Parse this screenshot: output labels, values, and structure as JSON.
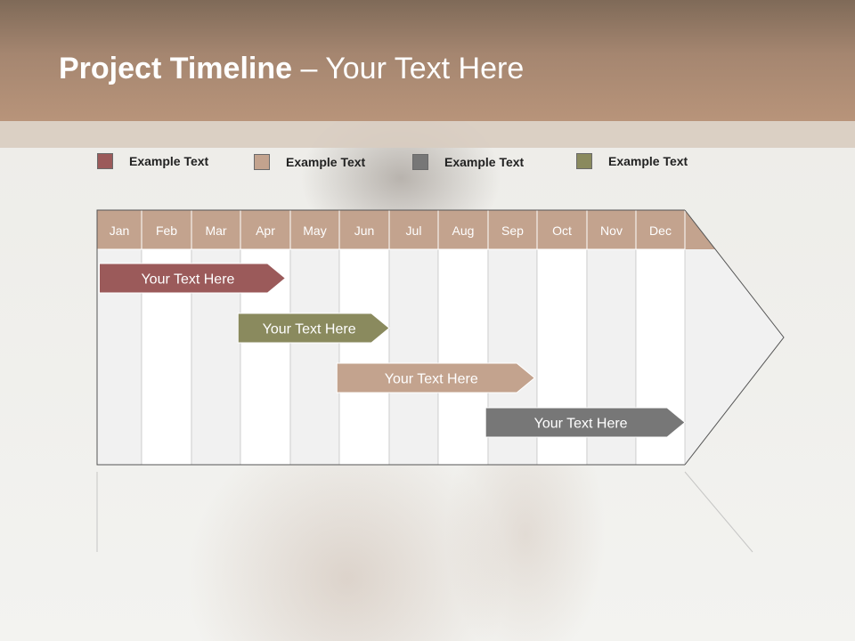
{
  "header": {
    "title_bold": "Project Timeline",
    "title_rest": " – Your Text Here"
  },
  "legend": [
    {
      "label": "Example Text",
      "color": "#9b5a5a"
    },
    {
      "label": "Example Text",
      "color": "#c3a38e"
    },
    {
      "label": "Example Text",
      "color": "#777777"
    },
    {
      "label": "Example Text",
      "color": "#8a8a5e"
    }
  ],
  "months": [
    "Jan",
    "Feb",
    "Mar",
    "Apr",
    "May",
    "Jun",
    "Jul",
    "Aug",
    "Sep",
    "Oct",
    "Nov",
    "Dec"
  ],
  "tasks": [
    {
      "label": "Your  Text Here",
      "start": 0.05,
      "end": 3.9,
      "color": "#9b5a5a"
    },
    {
      "label": "Your  Text Here",
      "start": 2.95,
      "end": 6.0,
      "color": "#8a8a5e"
    },
    {
      "label": "Your  Text Here",
      "start": 4.95,
      "end": 8.95,
      "color": "#c3a38e"
    },
    {
      "label": "Your  Text Here",
      "start": 7.95,
      "end": 12.0,
      "color": "#777777"
    }
  ],
  "colors": {
    "month_header": "#c3a38e",
    "col_shade": "#f1f1f1",
    "col_white": "#ffffff"
  }
}
